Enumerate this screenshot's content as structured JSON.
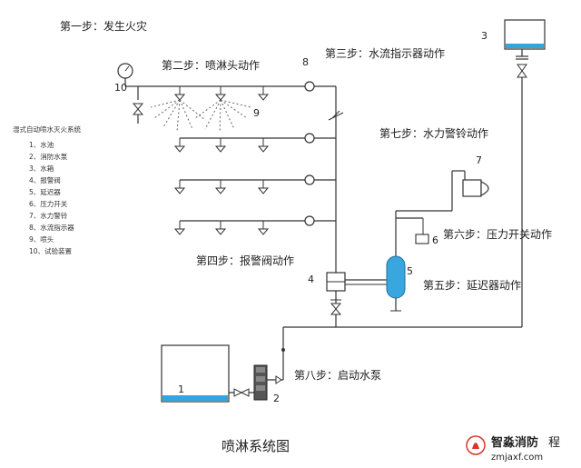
{
  "steps": {
    "s1": "第一步：发生火灾",
    "s2": "第二步：喷淋头动作",
    "s3": "第三步：水流指示器动作",
    "s4": "第四步：报警阀动作",
    "s5": "第五步：延迟器动作",
    "s6": "第六步：压力开关动作",
    "s7": "第七步：水力警铃动作",
    "s8": "第八步：启动水泵"
  },
  "legend": {
    "title": "湿式自动喷水灭火系统",
    "items": [
      "1、水池",
      "2、消防水泵",
      "3、水箱",
      "4、报警阀",
      "5、延迟器",
      "6、压力开关",
      "7、水力警铃",
      "8、水流指示器",
      "9、喷头",
      "10、试验装置"
    ]
  },
  "numbers": {
    "n1": "1",
    "n2": "2",
    "n3": "3",
    "n4": "4",
    "n5": "5",
    "n6": "6",
    "n7": "7",
    "n8": "8",
    "n9": "9",
    "n10": "10"
  },
  "caption": "喷淋系统图",
  "watermark": {
    "name": "智淼消防",
    "url": "zmjaxf.com",
    "suffix": "程"
  },
  "colors": {
    "water": "#2fa8df",
    "delay_tank": "#3aa6e0",
    "watermark_red": "#d9362b"
  }
}
